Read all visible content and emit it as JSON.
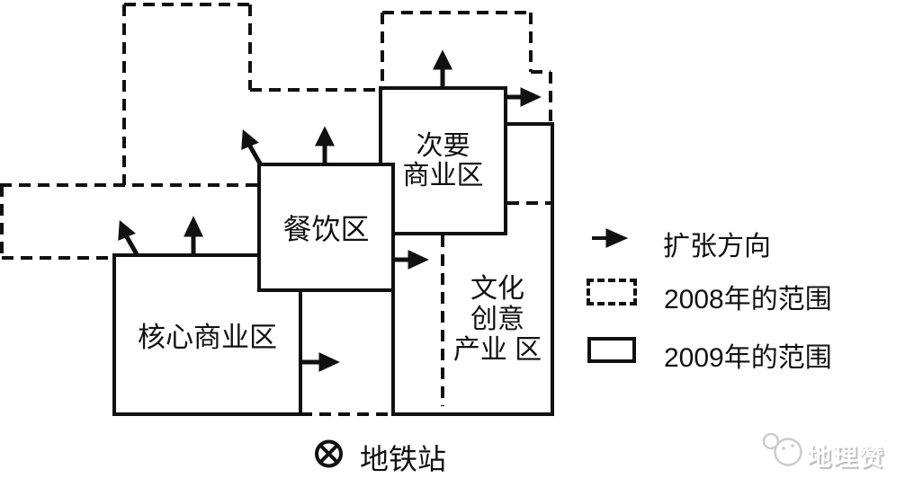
{
  "zones": {
    "core": {
      "label": "核心商业区"
    },
    "dining": {
      "label": "餐饮区"
    },
    "secondary": {
      "label": "次要\n商业区"
    },
    "cultural": {
      "label": "文化\n创意\n产业 区"
    }
  },
  "legend": {
    "items": [
      {
        "icon": "right-arrow-icon",
        "label": "扩张方向"
      },
      {
        "icon": "dashed-rectangle-icon",
        "label": "2008年的范围"
      },
      {
        "icon": "solid-rectangle-icon",
        "label": "2009年的范围"
      }
    ],
    "metro": {
      "icon": "circled-x-icon",
      "label": "地铁站"
    }
  },
  "watermark": {
    "logo": "mascot-logo-icon",
    "text": "地理赞"
  },
  "colors": {
    "line": "#111111",
    "background": "#ffffff",
    "watermark_shadow": "#bdbdbd"
  }
}
